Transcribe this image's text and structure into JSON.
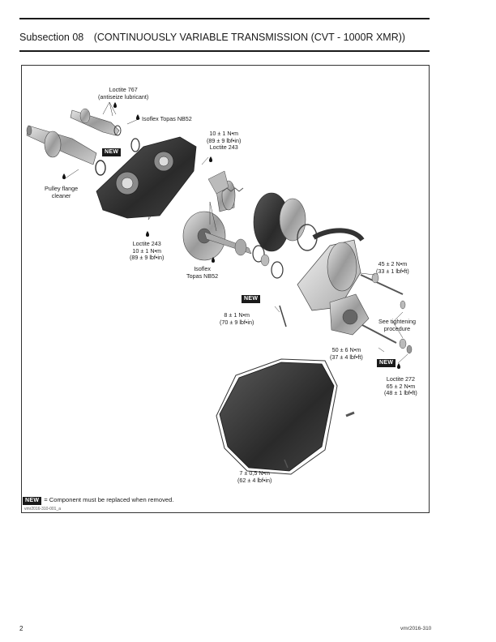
{
  "header": {
    "subsection": "Subsection 08",
    "title": "(CONTINUOUSLY VARIABLE TRANSMISSION (CVT - 1000R XMR))"
  },
  "callouts": {
    "loctite_767": [
      "Loctite 767",
      "(antiseize lubricant)"
    ],
    "isoflex_top": "Isoflex Topas NB52",
    "torque_10_top": [
      "10 ± 1 N•m",
      "(89 ± 9 lbf•in)",
      "Loctite 243"
    ],
    "pulley_flange": [
      "Pulley flange",
      "cleaner"
    ],
    "loctite_243_mid": [
      "Loctite 243",
      "10 ± 1 N•m",
      "(89 ± 9 lbf•in)"
    ],
    "isoflex_mid": [
      "Isoflex",
      "Topas NB52"
    ],
    "torque_45": [
      "45 ± 2 N•m",
      "(33 ± 1 lbf•ft)"
    ],
    "torque_8": [
      "8 ± 1 N•m",
      "(70 ± 9 lbf•in)"
    ],
    "tightening": [
      "See tightening",
      "procedure"
    ],
    "torque_50": [
      "50 ± 6 N•m",
      "(37 ± 4 lbf•ft)"
    ],
    "loctite_272": [
      "Loctite 272",
      "65 ± 2 N•m",
      "(48 ± 1 lbf•ft)"
    ],
    "torque_7": [
      "7 ± 0,5 N•m",
      "(62 ± 4 lbf•in)"
    ]
  },
  "badge_text": "NEW",
  "legend_text": "= Component must be replaced when removed.",
  "figure_ref": "vmr2016-310-001_a",
  "footer": {
    "page_number": "2",
    "doc_code": "vmr2016-310"
  }
}
